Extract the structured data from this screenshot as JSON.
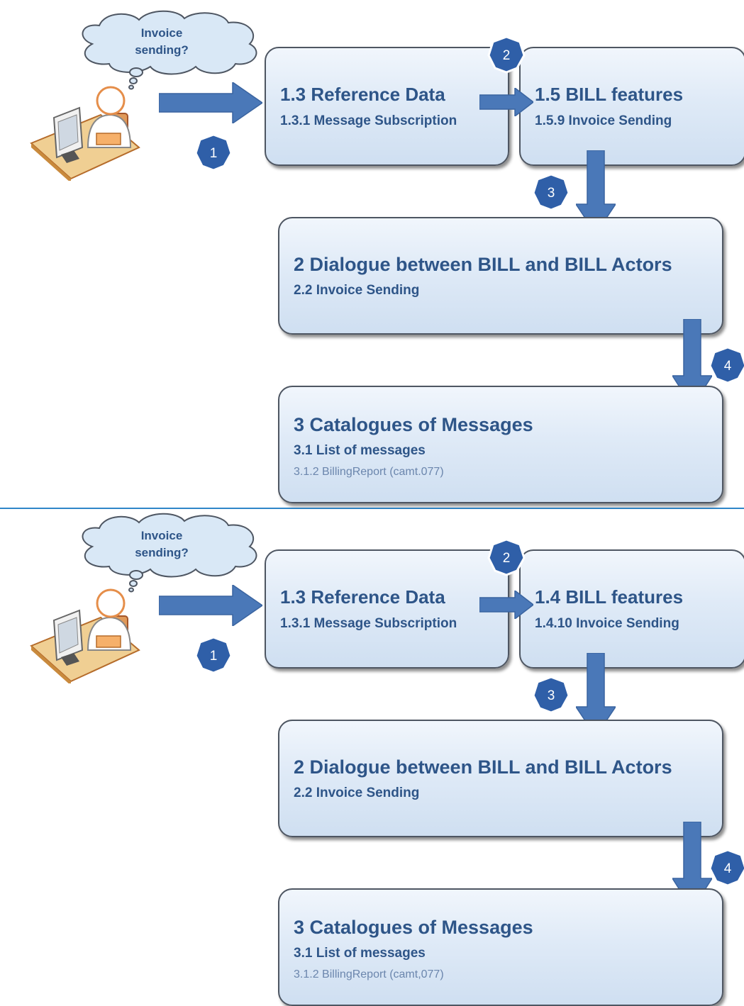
{
  "panels": [
    {
      "thought": [
        "Invoice",
        "sending?"
      ],
      "reference_box": {
        "title": "1.3 Reference Data",
        "sub": "1.3.1 Message Subscription"
      },
      "features_box": {
        "title": "1.5 BILL features",
        "sub": "1.5.9 Invoice Sending"
      },
      "dialogue_box": {
        "title": "2 Dialogue between BILL and BILL Actors",
        "sub": "2.2 Invoice Sending"
      },
      "catalogue_box": {
        "title": "3 Catalogues of Messages",
        "sub": "3.1 List of messages",
        "detail": "3.1.2 BillingReport (camt.077)"
      },
      "steps": [
        "1",
        "2",
        "3",
        "4"
      ]
    },
    {
      "thought": [
        "Invoice",
        "sending?"
      ],
      "reference_box": {
        "title": "1.3 Reference Data",
        "sub": "1.3.1 Message Subscription"
      },
      "features_box": {
        "title": "1.4 BILL features",
        "sub": "1.4.10 Invoice Sending"
      },
      "dialogue_box": {
        "title": "2 Dialogue between BILL and BILL Actors",
        "sub": "2.2 Invoice Sending"
      },
      "catalogue_box": {
        "title": "3 Catalogues of Messages",
        "sub": "3.1 List of messages",
        "detail": "3.1.2 BillingReport (camt,077)"
      },
      "steps": [
        "1",
        "2",
        "3",
        "4"
      ]
    }
  ],
  "colors": {
    "box_text": "#2e5588",
    "arrow": "#4a78b8",
    "badge": "#2f5fa8",
    "divider": "#2f86c8",
    "cloud_fill": "#d9e8f6"
  }
}
